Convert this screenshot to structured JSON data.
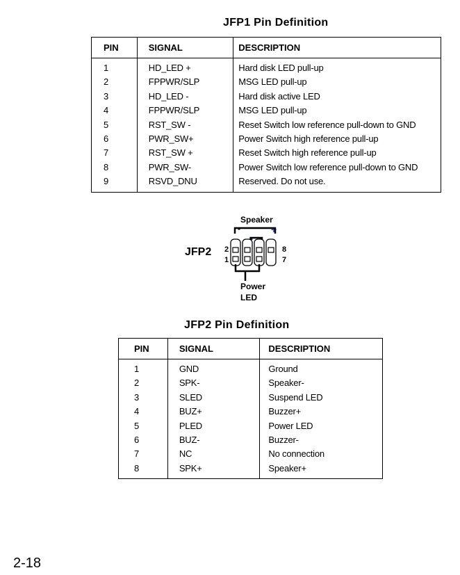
{
  "jfp1": {
    "title": "JFP1 Pin Definition",
    "headers": [
      "PIN",
      "SIGNAL",
      "DESCRIPTION"
    ],
    "rows": [
      [
        "1",
        "HD_LED +",
        "Hard disk LED pull-up"
      ],
      [
        "2",
        "FPPWR/SLP",
        "MSG LED pull-up"
      ],
      [
        "3",
        "HD_LED -",
        "Hard disk active LED"
      ],
      [
        "4",
        "FPPWR/SLP",
        "MSG LED pull-up"
      ],
      [
        "5",
        "RST_SW -",
        "Reset Switch low reference pull-down to GND"
      ],
      [
        "6",
        "PWR_SW+",
        "Power Switch high reference pull-up"
      ],
      [
        "7",
        "RST_SW +",
        "Reset Switch high reference pull-up"
      ],
      [
        "8",
        "PWR_SW-",
        "Power Switch low reference pull-down to GND"
      ],
      [
        "9",
        "RSVD_DNU",
        "Reserved. Do not use."
      ]
    ]
  },
  "diagram": {
    "connector_label": "JFP2",
    "speaker_label": "Speaker",
    "power_led_label_line1": "Power",
    "power_led_label_line2": "LED",
    "pin_top_left": "2",
    "pin_bottom_left": "1",
    "pin_top_right": "8",
    "pin_bottom_right": "7",
    "speaker_minus": "-",
    "speaker_plus": "+",
    "led_plus": "+",
    "led_minus": "-",
    "plus_color": "#1a3cc8"
  },
  "jfp2": {
    "title": "JFP2 Pin Definition",
    "headers": [
      "PIN",
      "SIGNAL",
      "DESCRIPTION"
    ],
    "rows": [
      [
        "1",
        "GND",
        "Ground"
      ],
      [
        "2",
        "SPK-",
        "Speaker-"
      ],
      [
        "3",
        "SLED",
        "Suspend LED"
      ],
      [
        "4",
        "BUZ+",
        "Buzzer+"
      ],
      [
        "5",
        "PLED",
        "Power LED"
      ],
      [
        "6",
        "BUZ-",
        "Buzzer-"
      ],
      [
        "7",
        "NC",
        "No connection"
      ],
      [
        "8",
        "SPK+",
        "Speaker+"
      ]
    ]
  },
  "page_number": "2-18"
}
